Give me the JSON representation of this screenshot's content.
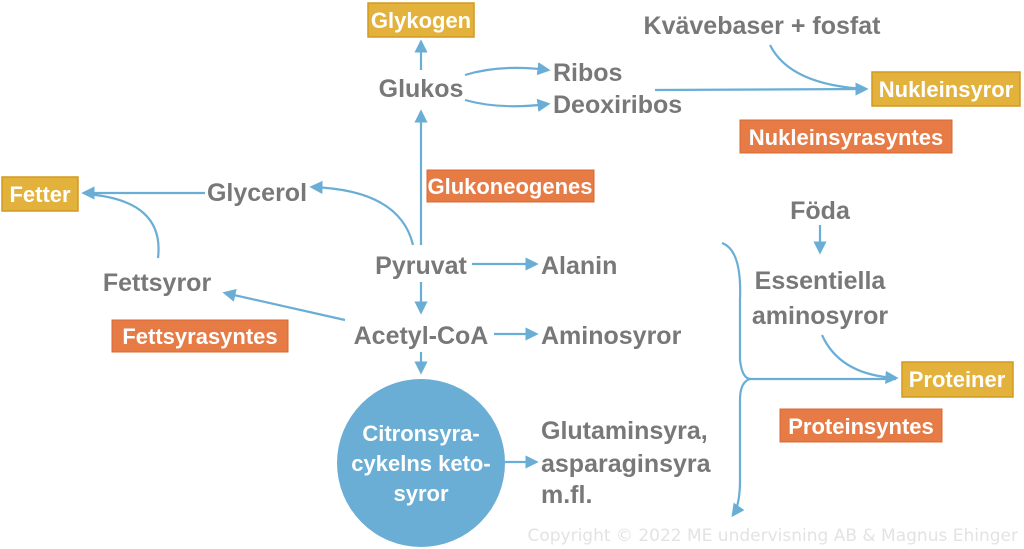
{
  "colors": {
    "product_box": "#e3b23c",
    "process_box": "#e67b45",
    "arrow": "#6aaed6",
    "circle": "#6aaed6",
    "text": "#787878"
  },
  "nodes": {
    "glykogen": "Glykogen",
    "glukos": "Glukos",
    "ribos": "Ribos",
    "deoxiribos": "Deoxiribos",
    "kvavebaser": "Kvävebaser + fosfat",
    "nukleinsyror": "Nukleinsyror",
    "nukleinsyrasyntes": "Nukleinsyrasyntes",
    "glukoneogenes": "Glukoneogenes",
    "fetter": "Fetter",
    "glycerol": "Glycerol",
    "pyruvat": "Pyruvat",
    "alanin": "Alanin",
    "fettsyror": "Fettsyror",
    "fettsyrasyntes": "Fettsyrasyntes",
    "acetylcoa": "Acetyl-CoA",
    "aminosyror": "Aminosyror",
    "citron": [
      "Citronsyra-",
      "cykelns keto-",
      "syror"
    ],
    "glutamin": [
      "Glutaminsyra,",
      "asparaginsyra",
      "m.fl."
    ],
    "foda": "Föda",
    "essentiella": [
      "Essentiella",
      "aminosyror"
    ],
    "proteiner": "Proteiner",
    "proteinsyntes": "Proteinsyntes"
  },
  "copyright": "Copyright © 2022 ME undervisning AB & Magnus Ehinger"
}
